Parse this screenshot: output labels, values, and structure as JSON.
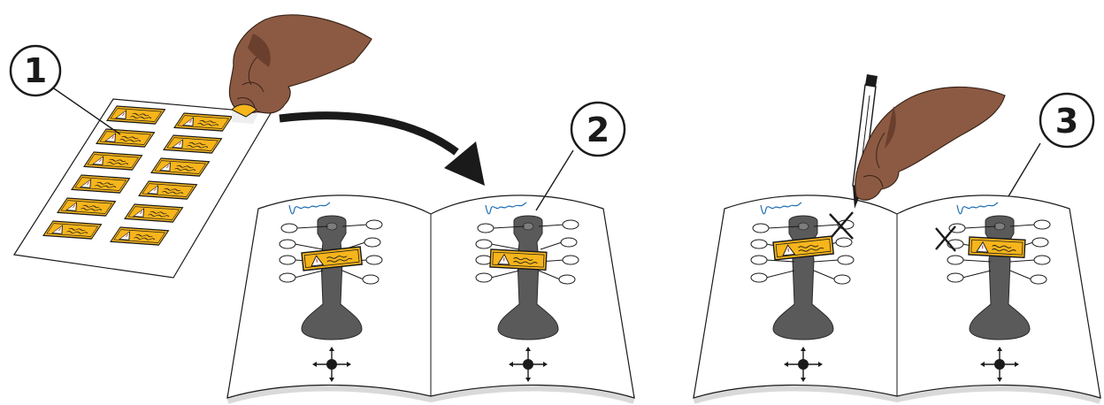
{
  "steps": [
    {
      "number": "1"
    },
    {
      "number": "2"
    },
    {
      "number": "3"
    }
  ],
  "colors": {
    "label_yellow": "#f7b51c",
    "label_border": "#1a1a1a",
    "skin": "#8c5a43",
    "skin_shadow": "#6a3f2e",
    "part_gray": "#5a5a5a",
    "signature_blue": "#1f6fb5",
    "outline": "#1a1a1a",
    "page_shadow": "#d9d9d9"
  },
  "icons": [
    "hand-icon",
    "warning-label-icon",
    "curved-arrow-icon",
    "open-book-icon",
    "pen-icon",
    "cross-mark-icon",
    "move-arrows-icon"
  ]
}
